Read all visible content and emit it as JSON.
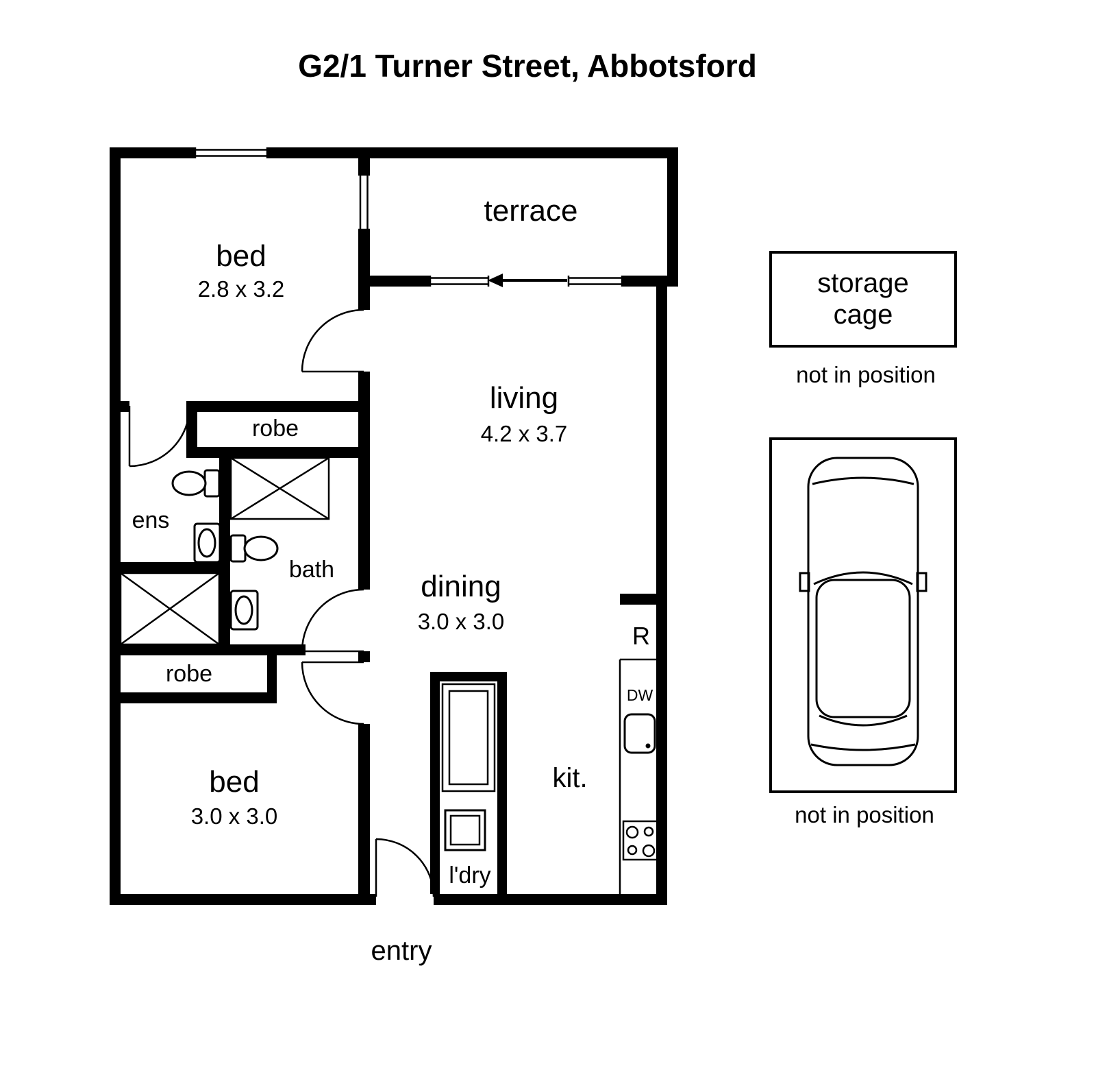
{
  "title": "G2/1 Turner Street, Abbotsford",
  "floorplan": {
    "rooms": {
      "bed1": {
        "name": "bed",
        "dims": "2.8 x 3.2"
      },
      "bed2": {
        "name": "bed",
        "dims": "3.0 x 3.0"
      },
      "living": {
        "name": "living",
        "dims": "4.2 x 3.7"
      },
      "dining": {
        "name": "dining",
        "dims": "3.0 x 3.0"
      },
      "terrace": {
        "name": "terrace"
      },
      "kitchen": {
        "name": "kit."
      },
      "laundry": {
        "name": "l'dry"
      },
      "bath": {
        "name": "bath"
      },
      "ensuite": {
        "name": "ens"
      },
      "robe1": {
        "name": "robe"
      },
      "robe2": {
        "name": "robe"
      },
      "entry": {
        "name": "entry"
      }
    },
    "appliances": {
      "fridge": "R",
      "dishwasher": "DW"
    }
  },
  "storage": {
    "line1": "storage",
    "line2": "cage",
    "note": "not in position"
  },
  "carspace": {
    "note": "not in position"
  },
  "colors": {
    "wall": "#000000",
    "background": "#ffffff"
  }
}
